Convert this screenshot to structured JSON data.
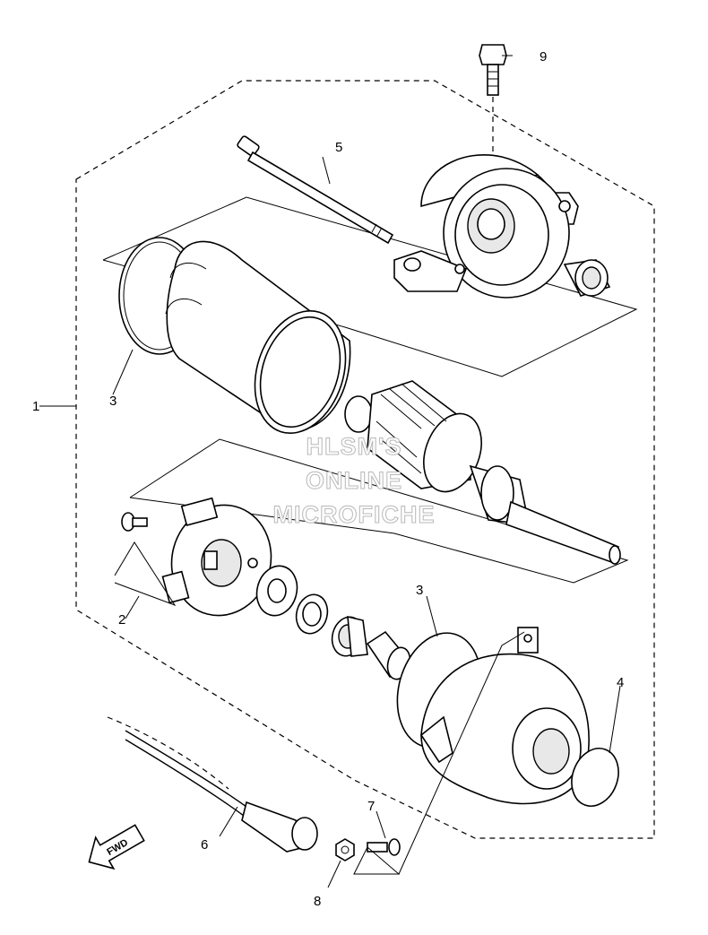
{
  "callouts": [
    {
      "id": "c1",
      "label": "1"
    },
    {
      "id": "c2",
      "label": "2"
    },
    {
      "id": "c3a",
      "label": "3"
    },
    {
      "id": "c3b",
      "label": "3"
    },
    {
      "id": "c4",
      "label": "4"
    },
    {
      "id": "c5",
      "label": "5"
    },
    {
      "id": "c6",
      "label": "6"
    },
    {
      "id": "c7",
      "label": "7"
    },
    {
      "id": "c8",
      "label": "8"
    },
    {
      "id": "c9",
      "label": "9"
    }
  ],
  "watermark": {
    "line1": "HLSM'S",
    "line2": "ONLINE",
    "line3": "MICROFICHE"
  },
  "direction_arrow": {
    "label": "FWD",
    "icon": "forward-arrow-icon"
  },
  "colors": {
    "line": "#000000",
    "background": "#ffffff",
    "watermark_outline": "#b8b8b8"
  }
}
